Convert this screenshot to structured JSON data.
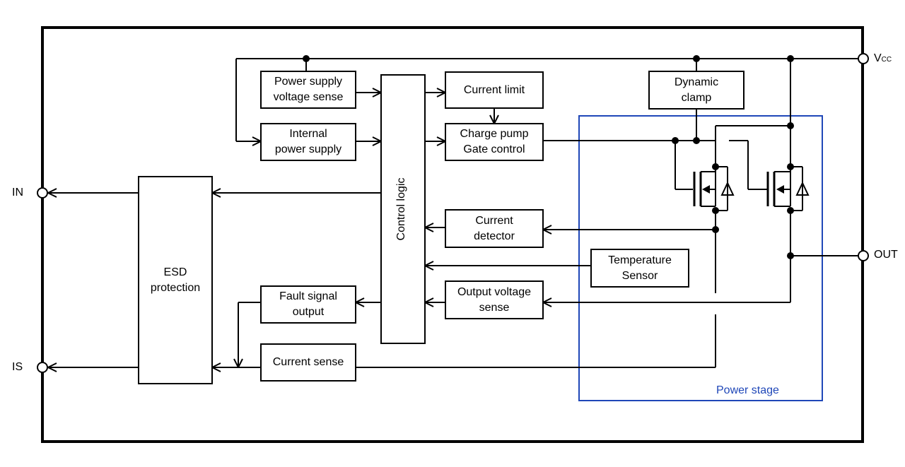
{
  "blocks": {
    "power_supply_voltage_sense": "Power supply\nvoltage sense",
    "internal_power_supply": "Internal\npower supply",
    "control_logic": "Control logic",
    "current_limit": "Current limit",
    "charge_pump": "Charge pump\nGate control",
    "dynamic_clamp": "Dynamic\nclamp",
    "current_detector": "Current\ndetector",
    "temperature_sensor": "Temperature\nSensor",
    "output_voltage_sense": "Output voltage\nsense",
    "fault_signal_output": "Fault signal\noutput",
    "current_sense": "Current sense",
    "esd_protection": "ESD\nprotection",
    "power_stage": "Power stage"
  },
  "pins": {
    "vcc_main": "V",
    "vcc_sub": "CC",
    "out": "OUT",
    "in": "IN",
    "is": "IS"
  },
  "colors": {
    "line": "#000000",
    "power_stage_border": "#1f47b8"
  }
}
